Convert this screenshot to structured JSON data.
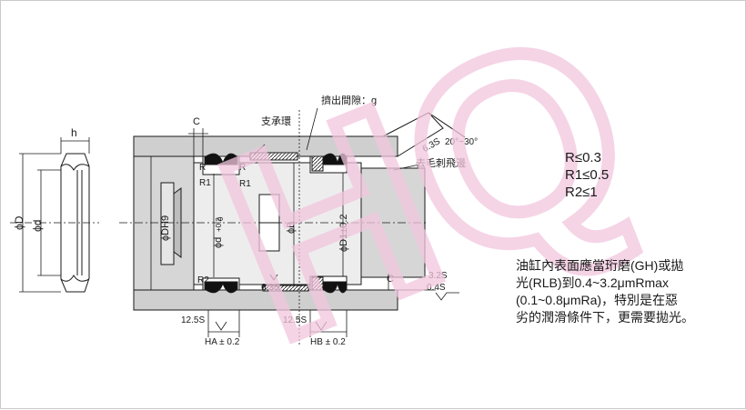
{
  "labels": {
    "h": "h",
    "C": "C",
    "phiD": "ϕD",
    "phid": "ϕd",
    "phiDH9": "ϕDH9",
    "phid02": "ϕd",
    "d_tol_plus": "+0.2",
    "d_tol_zero": "0",
    "phiB": "ϕB",
    "phiD1": "ϕD1±0.2",
    "R": "R",
    "R1": "R1",
    "R2": "R2",
    "support_ring": "支承環",
    "extrusion_gap": "擠出間隙：g",
    "deburr": "去毛刺飛邊",
    "angle": "20°~30°",
    "surface_63": "6.3S",
    "surface_32": "3.2S",
    "surface_04": "0.4S",
    "surface_125a": "12.5S",
    "surface_125b": "12.5S",
    "HA": "HA ± 0.2",
    "HB": "HB ± 0.2"
  },
  "radius_limits": [
    "R≤0.3",
    "R1≤0.5",
    "R2≤1"
  ],
  "finish_note": [
    "油缸內表面應當珩磨(GH)或拋",
    "光(RLB)到0.4~3.2μmRmax",
    "(0.1~0.8μmRa)，特別是在惡",
    "劣的潤滑條件下，更需要拋光。"
  ],
  "watermark": "HQ",
  "colors": {
    "housing": "#cfcfcf",
    "line": "#1a1a1a",
    "watermark": "#f2c6de"
  }
}
